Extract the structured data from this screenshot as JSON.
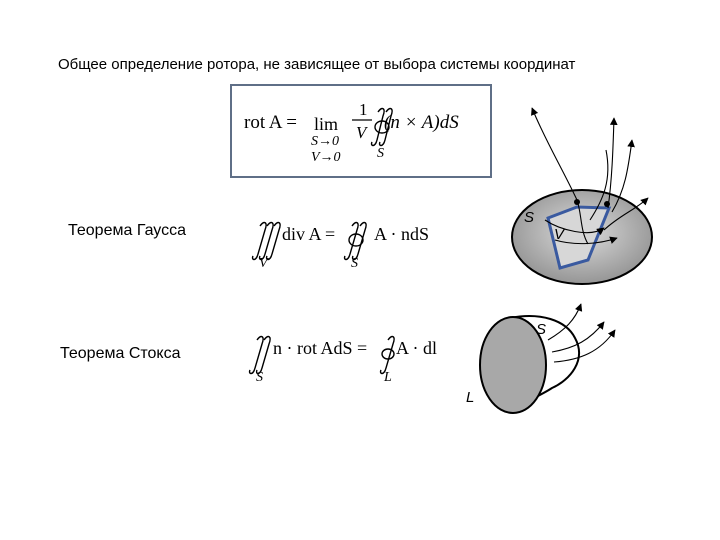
{
  "heading": "Общее определение ротора, не зависящее от выбора системы координат",
  "definition": {
    "lhs": "rot A =",
    "lim": "lim",
    "lim_sub1": "S→0",
    "lim_sub2": "V→0",
    "frac_num": "1",
    "frac_den": "V",
    "integrand": "(n × A)dS",
    "integral_sub": "S"
  },
  "gauss": {
    "label": "Теорема Гаусса",
    "lhs": "div A =",
    "lhs_sub": "V",
    "rhs": "A · ndS",
    "rhs_sub": "S"
  },
  "stokes": {
    "label": "Теорема Стокса",
    "lhs": "n · rot AdS =",
    "lhs_sub": "S",
    "rhs": "A · dl",
    "rhs_sub": "L"
  },
  "figure_labels": {
    "gauss_surface": "S",
    "gauss_volume": "V",
    "stokes_surface": "S",
    "stokes_contour": "L"
  }
}
